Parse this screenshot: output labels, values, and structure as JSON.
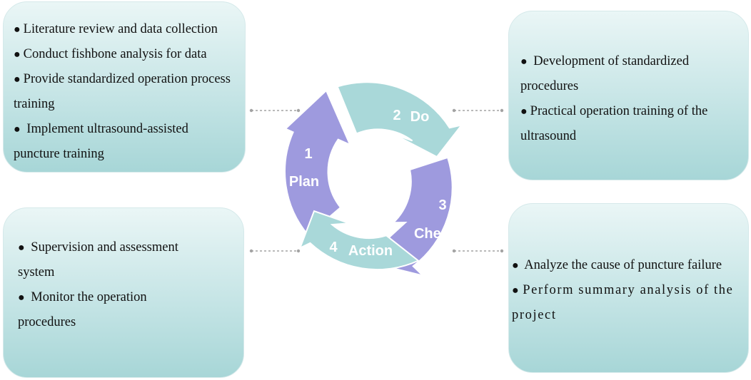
{
  "steps": [
    {
      "number": "1",
      "label": "Plan"
    },
    {
      "number": "2",
      "label": "Do"
    },
    {
      "number": "3",
      "label": "Check"
    },
    {
      "number": "4",
      "label": "Action"
    }
  ],
  "plan_box": {
    "items": [
      "Literature review and data collection",
      "Conduct fishbone analysis for data",
      "Provide standardized operation process training",
      "Implement ultrasound-assisted puncture training"
    ]
  },
  "do_box": {
    "items": [
      "Development of standardized procedures",
      "Practical operation training of the ultrasound"
    ]
  },
  "action_box": {
    "items": [
      "Supervision and assessment system",
      "Monitor the operation procedures"
    ]
  },
  "check_box": {
    "items": [
      "Analyze the cause of puncture failure",
      "Perform summary analysis of the project"
    ]
  },
  "colors": {
    "purple_segment": "#9e9ade",
    "teal_segment": "#a9d8d9",
    "connector": "#a3a3a3",
    "box_bottom": "#a7d6d7"
  }
}
